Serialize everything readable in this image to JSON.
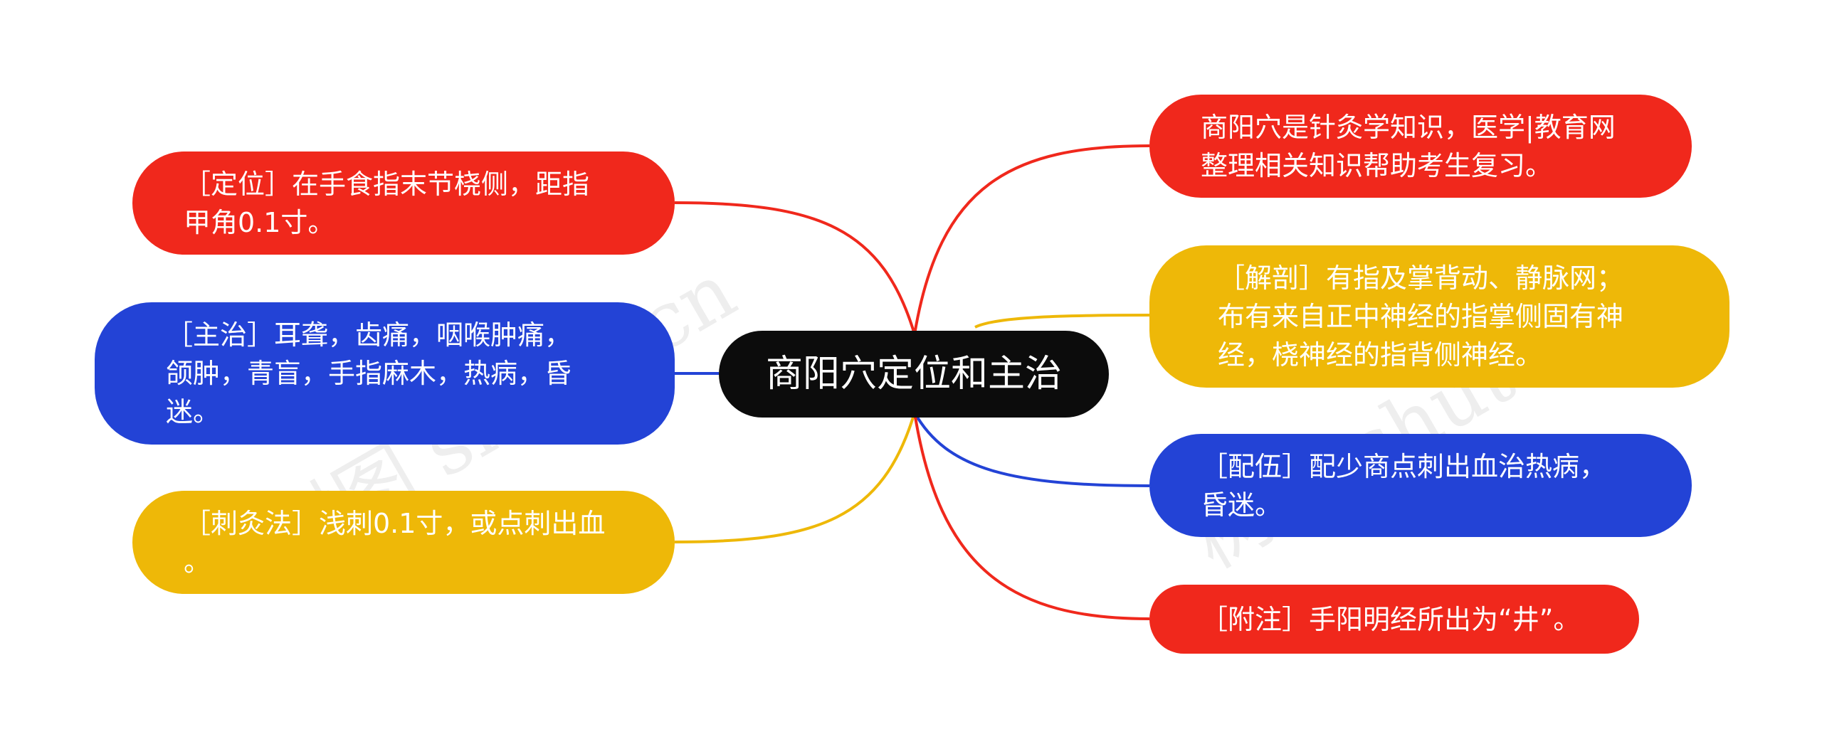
{
  "watermark": "树图 shutu.cn",
  "colors": {
    "red": "#f0281c",
    "blue": "#2343d6",
    "yellow": "#eeb808",
    "center": "#0c0c0c",
    "text": "#ffffff"
  },
  "center": {
    "label": "商阳穴定位和主治"
  },
  "left_nodes": [
    {
      "id": "dingwei",
      "color": "red",
      "text": " ［定位］在手食指末节桡侧，距指\n甲角0.1寸。"
    },
    {
      "id": "zhuzhi",
      "color": "blue",
      "text": "［主治］耳聋，齿痛，咽喉肿痛，\n颌肿，青盲，手指麻木，热病，昏\n迷。"
    },
    {
      "id": "cijiufa",
      "color": "yellow",
      "text": " ［刺灸法］浅刺0.1寸，或点刺出血\n。"
    }
  ],
  "right_nodes": [
    {
      "id": "intro",
      "color": "red",
      "text": "商阳穴是针灸学知识，医学|教育网\n整理相关知识帮助考生复习。"
    },
    {
      "id": "jiepou",
      "color": "yellow",
      "text": "［解剖］有指及掌背动、静脉网；\n布有来自正中神经的指掌侧固有神\n经，桡神经的指背侧神经。"
    },
    {
      "id": "peiwu",
      "color": "blue",
      "text": "［配伍］配少商点刺出血治热病，\n昏迷。"
    },
    {
      "id": "fuzhu",
      "color": "red",
      "text": "［附注］手阳明经所出为“井”。"
    }
  ]
}
